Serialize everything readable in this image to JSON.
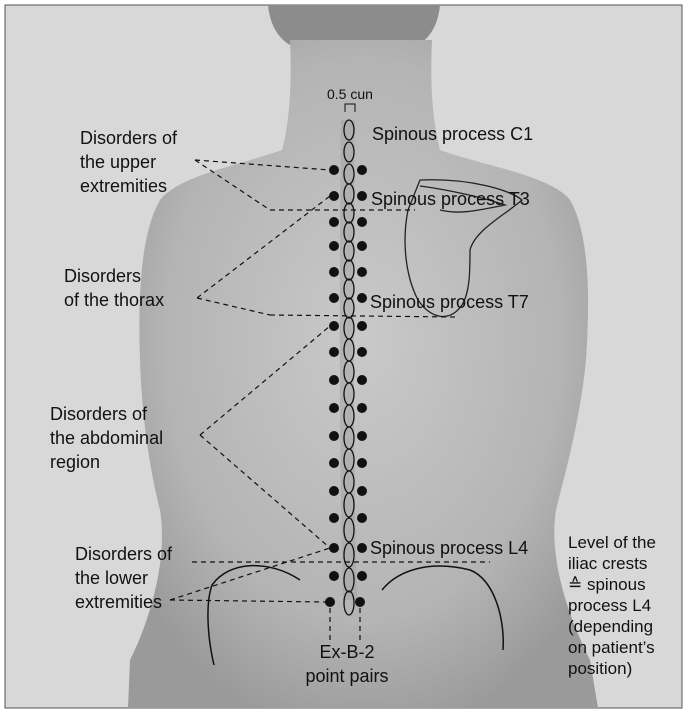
{
  "figure": {
    "cun_label": "0.5 cun",
    "indications": {
      "upper_extremities": [
        "Disorders of",
        "the upper",
        "extremities"
      ],
      "thorax": [
        "Disorders",
        "of the thorax"
      ],
      "abdominal": [
        "Disorders of",
        "the abdominal",
        "region"
      ],
      "lower_extremities": [
        "Disorders of",
        "the lower",
        "extremities"
      ]
    },
    "landmarks": {
      "c1": "Spinous process C1",
      "t3": "Spinous process T3",
      "t7": "Spinous process T7",
      "l4": "Spinous process L4"
    },
    "iliac_note": [
      "Level of the",
      "iliac crests",
      "≙ spinous",
      "process L4",
      "(depending",
      "on patient’s",
      "position)"
    ],
    "points_label": [
      "Ex-B-2",
      "point pairs"
    ],
    "colors": {
      "background": "#d5d5d5",
      "skin": "#b9b9b9",
      "ink": "#111111"
    }
  }
}
